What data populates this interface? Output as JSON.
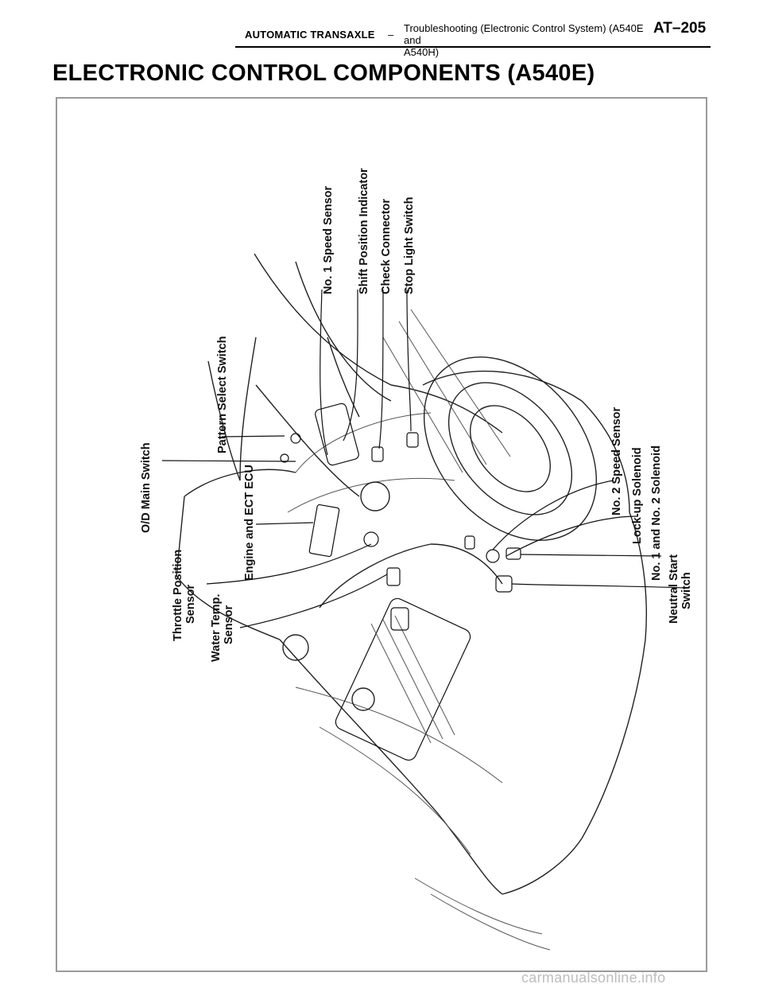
{
  "header": {
    "section": "AUTOMATIC TRANSAXLE",
    "separator": "–",
    "topic_line1": "Troubleshooting (Electronic Control System) (A540E and",
    "topic_line2": "A540H)",
    "page": "AT–205"
  },
  "title": "ELECTRONIC CONTROL COMPONENTS (A540E)",
  "callouts": {
    "no1_speed_sensor": "No. 1  Speed Sensor",
    "shift_position_indicator": "Shift Position Indicator",
    "check_connector": "Check Connector",
    "stop_light_switch": "Stop Light Switch",
    "pattern_select_switch": "Pattern Select Switch",
    "od_main_switch": "O/D Main Switch",
    "engine_ecu": "Engine and ECT ECU",
    "throttle_line1": "Throttle Position",
    "throttle_line2": "Sensor",
    "water_line1": "Water Temp.",
    "water_line2": "Sensor",
    "no2_speed_sensor": "No. 2  Speed Sensor",
    "lockup_solenoid": "Lock-up Solenoid",
    "solenoids": "No. 1  and  No. 2  Solenoid",
    "neutral_line1": "Neutral Start",
    "neutral_line2": "Switch"
  },
  "watermark": "carmanualsonline.info"
}
